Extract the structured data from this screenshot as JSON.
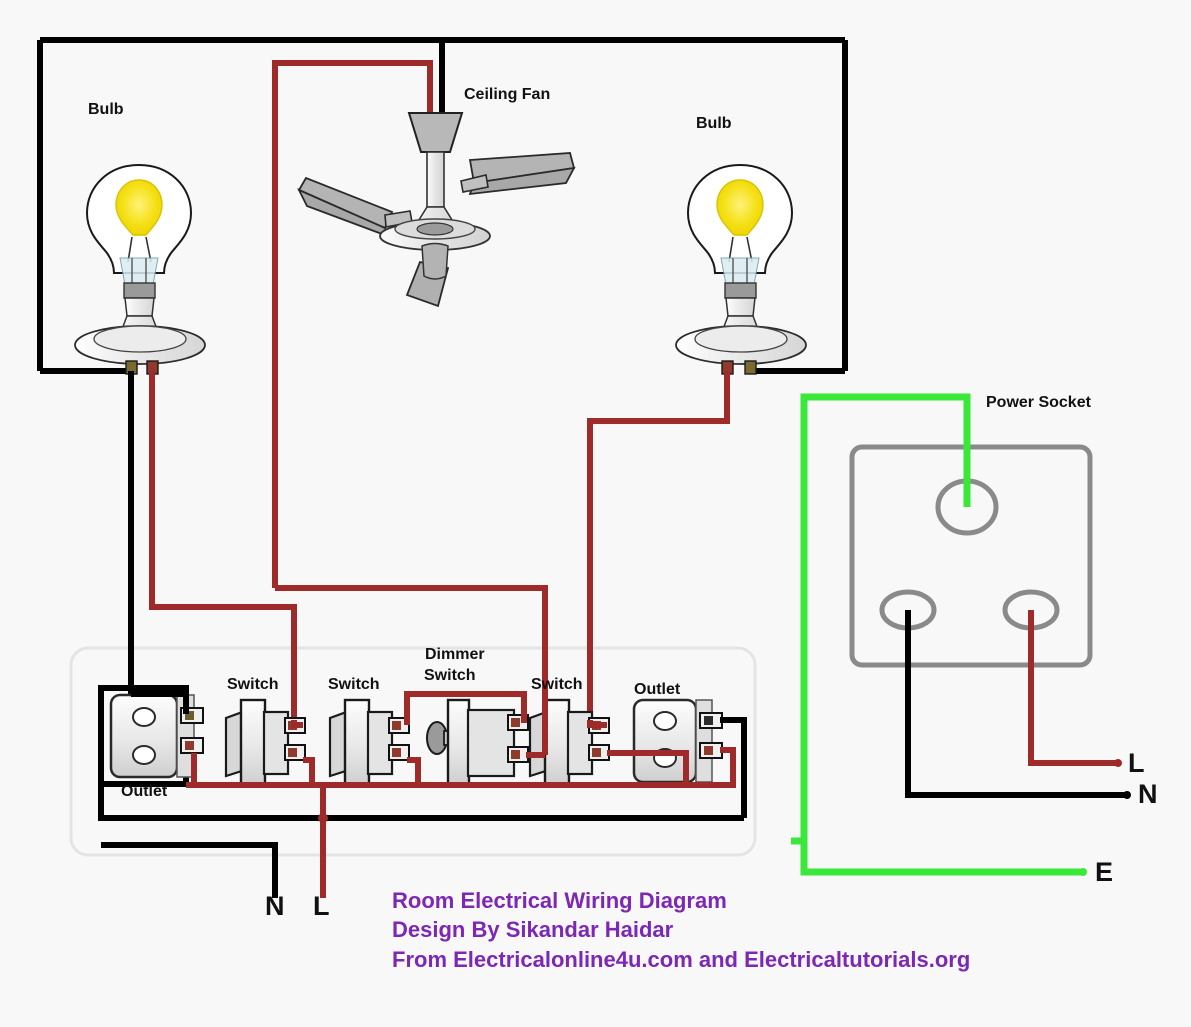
{
  "title": "Room Electrical Wiring Diagram",
  "colors": {
    "background": "#f8f8f8",
    "neutral_wire": "#000000",
    "live_wire": "#9e2a2a",
    "earth_wire": "#3ae83a",
    "caption_text": "#7D27B5",
    "bulb_filament": "#F5E016",
    "device_body": "#e8e8e8",
    "socket_outline": "#8a8a8a",
    "panel_outline": "#e2e2e2",
    "fan_blade": "#b0b0b0"
  },
  "components": {
    "bulb_left_label": "Bulb",
    "bulb_right_label": "Bulb",
    "ceiling_fan_label": "Ceiling Fan",
    "power_socket_label": "Power Socket",
    "outlet_left_label": "Outlet",
    "outlet_right_label": "Outlet",
    "switch_1_label": "Switch",
    "switch_2_label": "Switch",
    "dimmer_switch_label_line1": "Dimmer",
    "dimmer_switch_label_line2": "Switch",
    "switch_3_label": "Switch"
  },
  "terminals": {
    "panel_neutral": "N",
    "panel_live": "L",
    "socket_live": "L",
    "socket_neutral": "N",
    "socket_earth": "E"
  },
  "caption": {
    "line1": "Room Electrical Wiring Diagram",
    "line2": "Design By Sikandar Haidar",
    "line3": "From Electricalonline4u.com and Electricaltutorials.org"
  },
  "icons": {
    "bulb": "light-bulb-icon",
    "fan": "ceiling-fan-icon",
    "socket": "power-socket-icon",
    "outlet": "outlet-icon",
    "switch": "toggle-switch-icon",
    "dimmer": "dimmer-knob-icon"
  },
  "wiring": {
    "neutral_color": "#000000",
    "live_color": "#9e2a2a",
    "earth_color": "#3ae83a",
    "neutral_legend": "N",
    "live_legend": "L",
    "earth_legend": "E"
  }
}
